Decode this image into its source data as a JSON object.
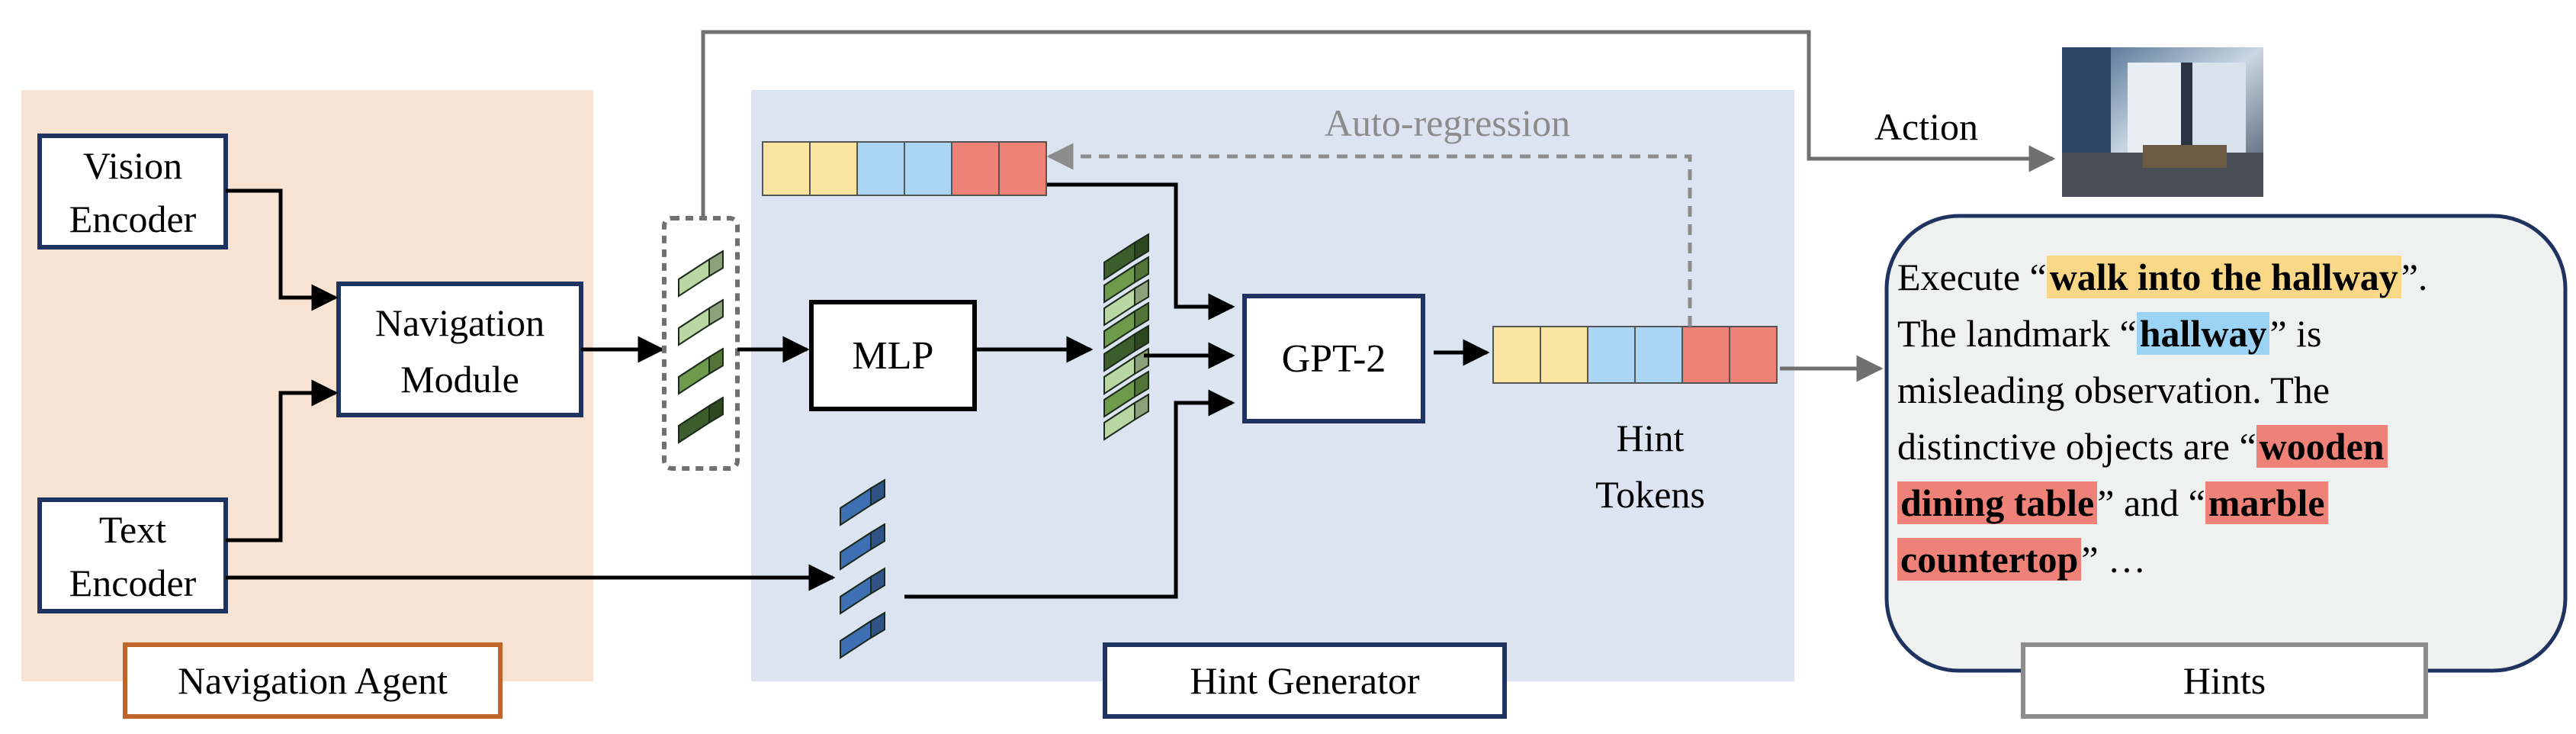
{
  "colors": {
    "agent_bg": "#f8e3d3",
    "generator_bg": "#dce4f1",
    "hints_bg": "#eff0f0",
    "navy": "#1f3360",
    "agent_label_border": "#c0652a",
    "hints_label_border": "#8c8c8c",
    "token_yellow": "#fbe3a0",
    "token_blue": "#a9d7f3",
    "token_red": "#ef8277",
    "highlight_yellow": "#f8d886",
    "highlight_blue": "#9ad3f3",
    "highlight_red": "#ee8278",
    "feature_light": "#b9d7a2",
    "feature_mid": "#6d9a4b",
    "feature_dark": "#3c5e2c",
    "text_feature_blue": "#3e6fb3",
    "dashed_arrow": "#8c8c8c"
  },
  "navigation_agent": {
    "label": "Navigation Agent",
    "vision_encoder": [
      "Vision",
      "Encoder"
    ],
    "text_encoder": [
      "Text",
      "Encoder"
    ],
    "navigation_module": [
      "Navigation",
      "Module"
    ]
  },
  "hint_generator": {
    "label": "Hint Generator",
    "mlp": "MLP",
    "gpt2": "GPT-2",
    "auto_regression": "Auto-regression",
    "hint_tokens": [
      "Hint",
      "Tokens"
    ]
  },
  "action": {
    "label": "Action",
    "image_icon": "hallway-photo-icon"
  },
  "hints": {
    "label": "Hints",
    "line1": [
      "Execute “",
      "walk into the hallway",
      "”."
    ],
    "line2": [
      "The landmark “",
      "hallway",
      "” is"
    ],
    "line3": "misleading observation. The",
    "line4": [
      "distinctive objects are “",
      "wooden"
    ],
    "line5": [
      "dining table",
      "” and “",
      "marble"
    ],
    "line6": [
      "countertop",
      "” …"
    ]
  }
}
